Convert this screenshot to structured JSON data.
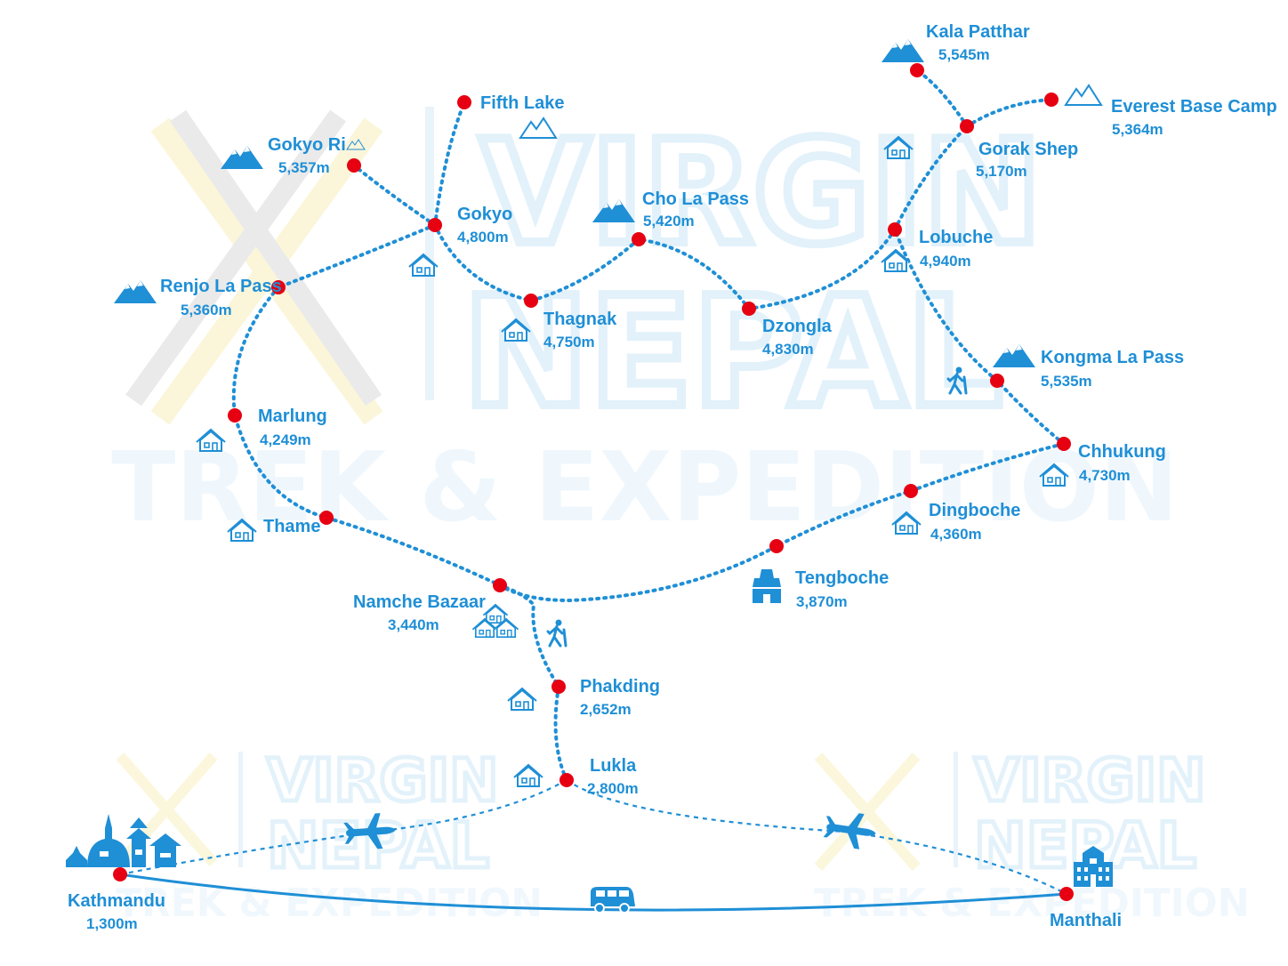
{
  "watermark": {
    "line1": "VIRGIN",
    "line2": "NEPAL",
    "line3": "TREK & EXPEDITION"
  },
  "map": {
    "stops": [
      {
        "id": "kathmandu",
        "name": "Kathmandu",
        "altitude": "1,300m"
      },
      {
        "id": "manthali",
        "name": "Manthali",
        "altitude": ""
      },
      {
        "id": "lukla",
        "name": "Lukla",
        "altitude": "2,800m"
      },
      {
        "id": "phakding",
        "name": "Phakding",
        "altitude": "2,652m"
      },
      {
        "id": "namche",
        "name": "Namche Bazaar",
        "altitude": "3,440m"
      },
      {
        "id": "tengboche",
        "name": "Tengboche",
        "altitude": "3,870m"
      },
      {
        "id": "dingboche",
        "name": "Dingboche",
        "altitude": "4,360m"
      },
      {
        "id": "chhukung",
        "name": "Chhukung",
        "altitude": "4,730m"
      },
      {
        "id": "kongma",
        "name": "Kongma La Pass",
        "altitude": "5,535m"
      },
      {
        "id": "lobuche",
        "name": "Lobuche",
        "altitude": "4,940m"
      },
      {
        "id": "gorakshep",
        "name": "Gorak Shep",
        "altitude": "5,170m"
      },
      {
        "id": "kalapatthar",
        "name": "Kala Patthar",
        "altitude": "5,545m"
      },
      {
        "id": "ebc",
        "name": "Everest Base Camp",
        "altitude": "5,364m"
      },
      {
        "id": "dzongla",
        "name": "Dzongla",
        "altitude": "4,830m"
      },
      {
        "id": "chola",
        "name": "Cho La Pass",
        "altitude": "5,420m"
      },
      {
        "id": "thagnak",
        "name": "Thagnak",
        "altitude": "4,750m"
      },
      {
        "id": "gokyo",
        "name": "Gokyo",
        "altitude": "4,800m"
      },
      {
        "id": "gokyori",
        "name": "Gokyo Ri",
        "altitude": "5,357m"
      },
      {
        "id": "fifthlake",
        "name": "Fifth Lake",
        "altitude": ""
      },
      {
        "id": "renjo",
        "name": "Renjo La Pass",
        "altitude": "5,360m"
      },
      {
        "id": "marlung",
        "name": "Marlung",
        "altitude": "4,249m"
      },
      {
        "id": "thame",
        "name": "Thame",
        "altitude": ""
      }
    ],
    "transport": {
      "flight_icon": "airplane-icon",
      "road_icon": "van-icon",
      "trek_icon": "hiker-icon",
      "lodge_icon": "house-icon",
      "peak_icon": "mountain-icon",
      "monastery_icon": "stupa-icon"
    },
    "colors": {
      "route": "#1f8fd6",
      "stop": "#e60012",
      "watermark": "#dff0fa"
    }
  }
}
